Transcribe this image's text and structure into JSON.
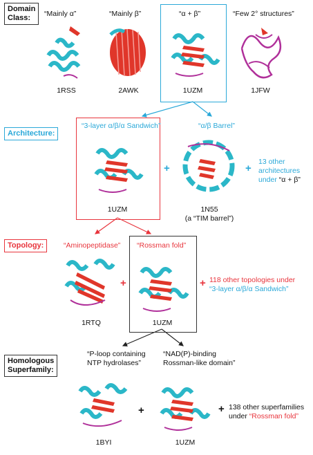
{
  "levels": {
    "class": "Domain\nClass:",
    "architecture": "Architecture:",
    "topology": "Topology:",
    "superfamily": "Homologous\nSuperfamily:"
  },
  "row1": {
    "labels": [
      "“Mainly α”",
      "“Mainly β”",
      "“α + β”",
      "“Few 2° structures”"
    ],
    "ids": [
      "1RSS",
      "2AWK",
      "1UZM",
      "1JFW"
    ]
  },
  "row2": {
    "label_a": "“3-layer α/β/α Sandwich”",
    "label_b": "“α/β Barrel”",
    "id_a": "1UZM",
    "id_b": "1N55",
    "id_b_note": "(a “TIM barrel”)",
    "other_1": "13 other",
    "other_2": "architectures",
    "other_3_pre": "under ",
    "other_3_q": "“α + β”",
    "plus": "+"
  },
  "row3": {
    "label_a": "“Aminopeptidase”",
    "label_b": "“Rossman fold”",
    "id_a": "1RTQ",
    "id_b": "1UZM",
    "other_1": "118 other topologies under",
    "other_2": "“3-layer α/β/α Sandwich”",
    "plus": "+"
  },
  "row4": {
    "label_a_1": "“P-loop containing",
    "label_a_2": "NTP hydrolases”",
    "label_b_1": "“NAD(P)-binding",
    "label_b_2": "Rossman-like domain”",
    "id_a": "1BYI",
    "id_b": "1UZM",
    "other_1": "138 other superfamilies",
    "other_2_pre": "under ",
    "other_2_q": "“Rossman fold”",
    "plus": "+"
  },
  "colors": {
    "helix": "#2bb7c8",
    "sheet": "#e0362a",
    "loop": "#b0309a",
    "blue": "#2aa8d8",
    "red": "#e8343c"
  }
}
